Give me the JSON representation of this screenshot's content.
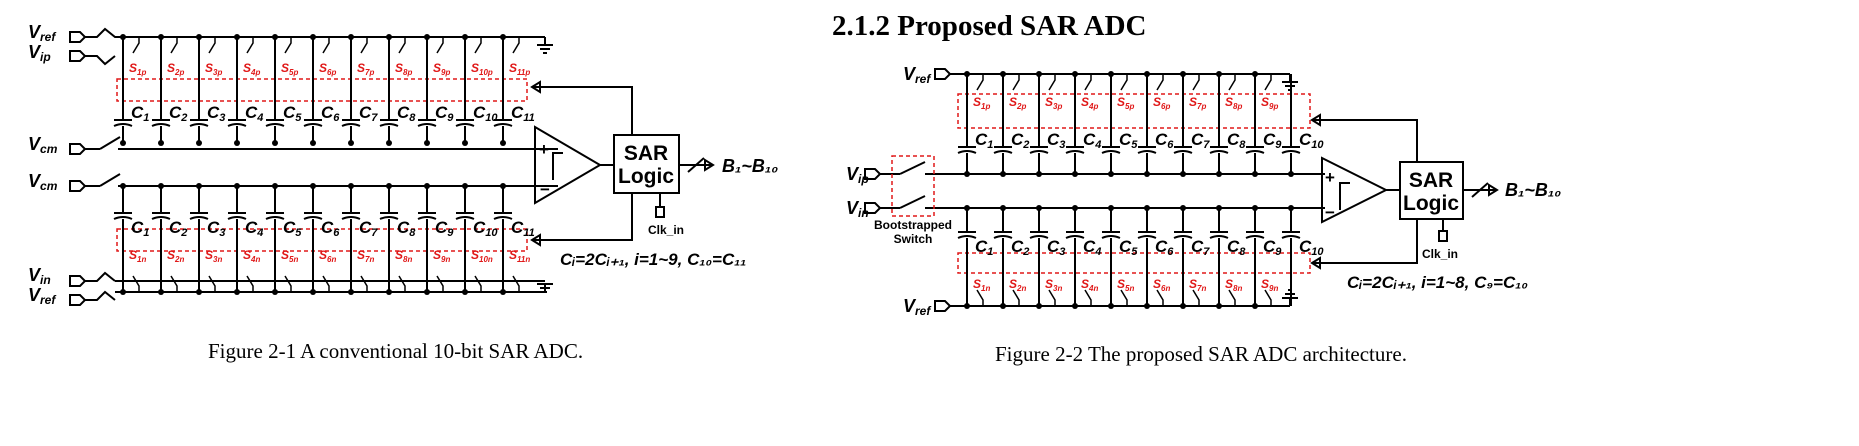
{
  "section_heading": "2.1.2   Proposed SAR ADC",
  "fig1": {
    "caption": "Figure 2-1    A conventional 10-bit SAR ADC.",
    "vref_label": "V",
    "vref_sub": "ref",
    "vip_label": "V",
    "vip_sub": "ip",
    "vcm_label": "V",
    "vcm_sub": "cm",
    "vin_label": "V",
    "vin_sub": "in",
    "sar_line1": "SAR",
    "sar_line2": "Logic",
    "clk": "Clk_in",
    "output": "B₁~B₁₀",
    "equation": "Cᵢ=2Cᵢ₊₁, i=1~9, C₁₀=C₁₁",
    "switches_top": [
      "S1p",
      "S2p",
      "S3p",
      "S4p",
      "S5p",
      "S6p",
      "S7p",
      "S8p",
      "S9p",
      "S10p",
      "S11p"
    ],
    "switches_bottom": [
      "S1n",
      "S2n",
      "S3n",
      "S4n",
      "S5n",
      "S6n",
      "S7n",
      "S8n",
      "S9n",
      "S10n",
      "S11n"
    ],
    "caps": [
      "C1",
      "C2",
      "C3",
      "C4",
      "C5",
      "C6",
      "C7",
      "C8",
      "C9",
      "C10",
      "C11"
    ]
  },
  "fig2": {
    "caption": "Figure 2-2    The proposed SAR ADC architecture.",
    "vref_label": "V",
    "vref_sub": "ref",
    "vip_label": "V",
    "vip_sub": "ip",
    "vin_label": "V",
    "vin_sub": "in",
    "bootstrapped1": "Bootstrapped",
    "bootstrapped2": "Switch",
    "sar_line1": "SAR",
    "sar_line2": "Logic",
    "clk": "Clk_in",
    "output": "B₁~B₁₀",
    "equation": "Cᵢ=2Cᵢ₊₁, i=1~8, C₉=C₁₀",
    "switches_top": [
      "S1p",
      "S2p",
      "S3p",
      "S4p",
      "S5p",
      "S6p",
      "S7p",
      "S8p",
      "S9p"
    ],
    "switches_bottom": [
      "S1n",
      "S2n",
      "S3n",
      "S4n",
      "S5n",
      "S6n",
      "S7n",
      "S8n",
      "S9n"
    ],
    "caps": [
      "C1",
      "C2",
      "C3",
      "C4",
      "C5",
      "C6",
      "C7",
      "C8",
      "C9",
      "C10"
    ]
  }
}
